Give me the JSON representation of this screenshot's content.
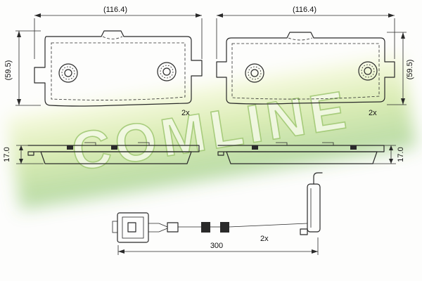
{
  "diagram": {
    "watermark": "COMLINE",
    "pad_front_left": {
      "width_dim": "(116.4)",
      "height_dim": "(59.5)",
      "qty": "2x"
    },
    "pad_front_right": {
      "width_dim": "(116.4)",
      "height_dim": "(59.5)",
      "qty": "2x"
    },
    "pad_side_left": {
      "thickness_dim": "17.0"
    },
    "pad_side_right": {
      "thickness_dim": "17.0"
    },
    "sensor": {
      "length_dim": "300",
      "qty": "2x"
    }
  },
  "colors": {
    "line": "#2a2a2a",
    "watermark_green": "#6cb33f",
    "watermark_pale": "#f6fad2"
  }
}
